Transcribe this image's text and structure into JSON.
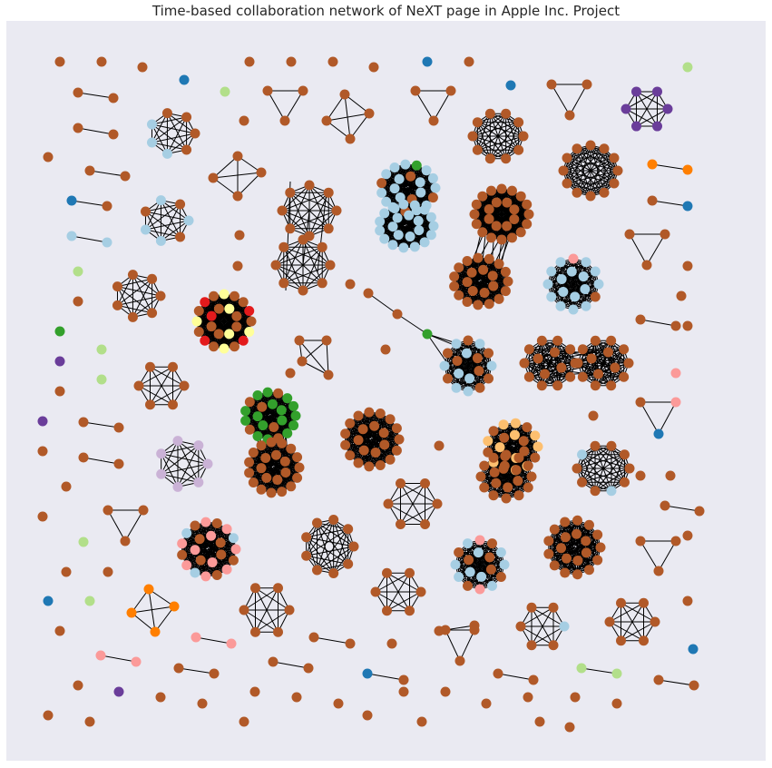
{
  "title": "Time-based collaboration network of NeXT page in Apple Inc. Project",
  "colors": {
    "background": "#eaeaf2",
    "edge": "#000000",
    "brown": "#b15928",
    "light_blue": "#a6cee3",
    "blue": "#1f78b4",
    "light_green": "#b2df8a",
    "green": "#33a02c",
    "pink": "#fb9a99",
    "red": "#e31a1c",
    "light_orange": "#fdbf6f",
    "orange": "#ff7f00",
    "lavender": "#cab2d6",
    "purple": "#6a3d9a",
    "yellow": "#ffff99"
  },
  "node_color_names": [
    "brown",
    "light_blue",
    "blue",
    "light_green",
    "green",
    "pink",
    "red",
    "light_orange",
    "orange",
    "lavender",
    "purple",
    "yellow"
  ]
}
